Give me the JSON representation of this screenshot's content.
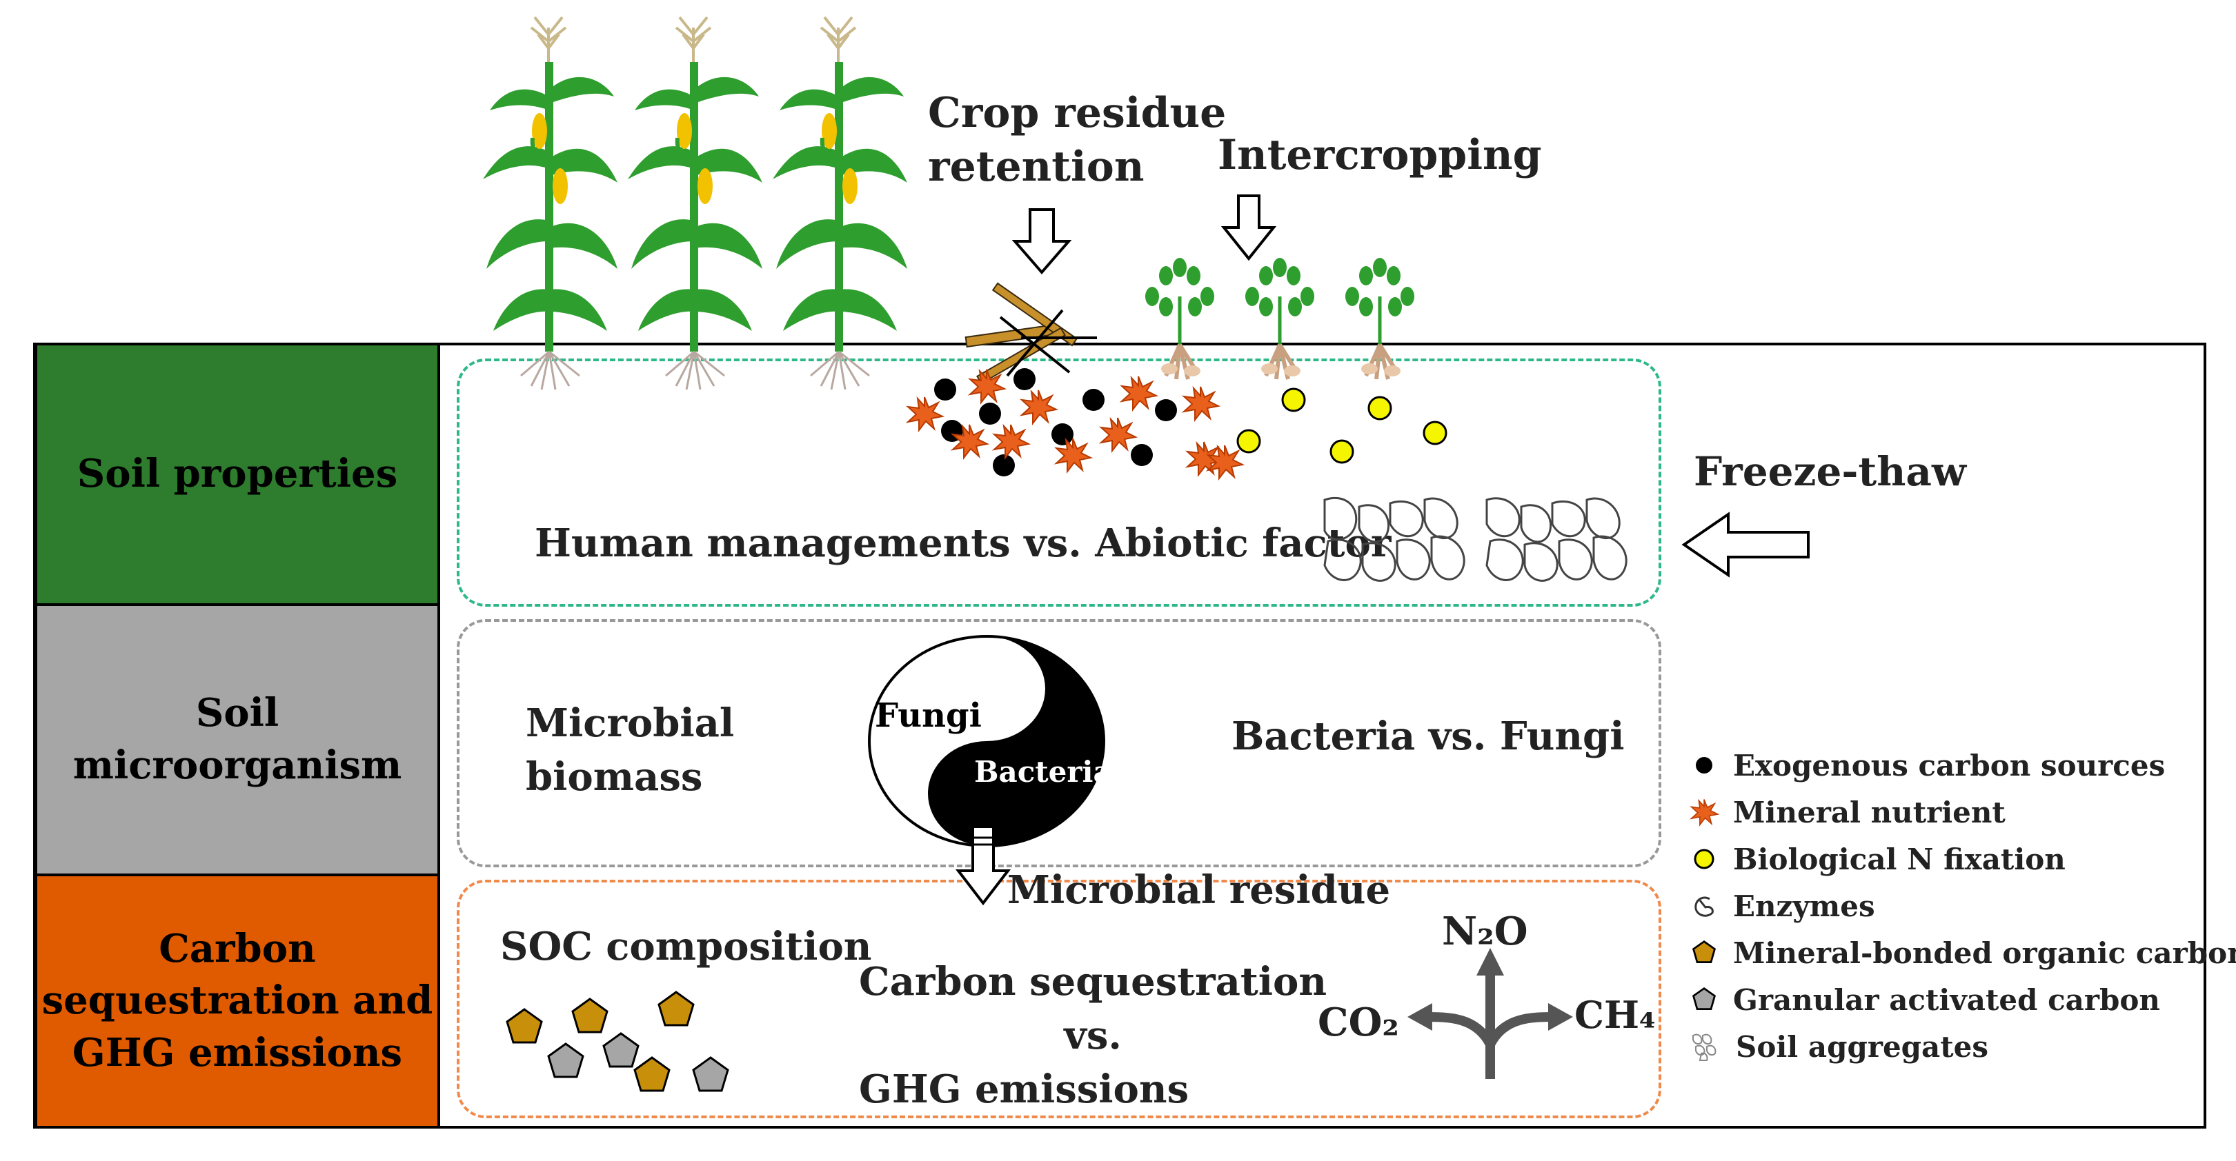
{
  "header": {
    "crop_residue_line1": "Crop residue",
    "crop_residue_line2": "retention",
    "intercropping": "Intercropping",
    "freeze_thaw": "Freeze-thaw"
  },
  "layers": [
    {
      "label_line1": "Soil properties",
      "label_line2": "",
      "color": "#2E7D2E"
    },
    {
      "label_line1": "Soil",
      "label_line2": "microorganism",
      "color": "#A6A6A6"
    },
    {
      "label_line1": "Carbon",
      "label_line2": "sequestration and",
      "label_line3": "GHG emissions",
      "color": "#E05A00"
    }
  ],
  "panel1": {
    "text": "Human managements vs. Abiotic factor",
    "border_color": "#2EB88A"
  },
  "panel2": {
    "biomass_line1": "Microbial",
    "biomass_line2": "biomass",
    "fungi": "Fungi",
    "bacteria": "Bacteria",
    "versus": "Bacteria vs. Fungi",
    "border_color": "#999999"
  },
  "panel3": {
    "residue": "Microbial residue",
    "soc": "SOC composition",
    "cs_line1": "Carbon sequestration",
    "cs_line2": "vs.",
    "cs_line3": "GHG emissions",
    "n2o": "N₂O",
    "co2": "CO₂",
    "ch4": "CH₄",
    "border_color": "#F08A4B"
  },
  "legend": [
    {
      "icon": "black-dot-icon",
      "label": "Exogenous carbon sources"
    },
    {
      "icon": "orange-star-icon",
      "label": "Mineral nutrient"
    },
    {
      "icon": "yellow-dot-icon",
      "label": "Biological N fixation"
    },
    {
      "icon": "enzyme-icon",
      "label": "Enzymes"
    },
    {
      "icon": "brown-pentagon-icon",
      "label": "Mineral-bonded organic carbon"
    },
    {
      "icon": "gray-pentagon-icon",
      "label": "Granular activated carbon"
    },
    {
      "icon": "soil-aggregate-icon",
      "label": "Soil aggregates"
    }
  ],
  "colors": {
    "corn_leaf": "#2E9E2E",
    "corn_cob": "#F2C200",
    "residue": "#C8902A",
    "star": "#E8601C",
    "yellow_dot": "#F5F500",
    "brown_pentagon": "#C8900A",
    "gray_pentagon": "#A6A6A6"
  }
}
